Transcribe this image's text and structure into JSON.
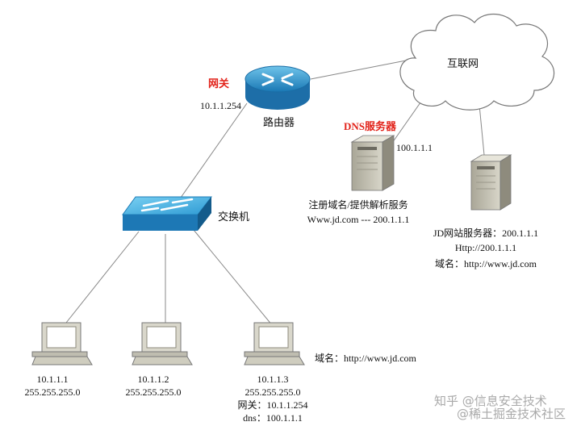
{
  "internet": {
    "label": "互联网"
  },
  "gateway": {
    "title": "网关",
    "ip": "10.1.1.254",
    "label": "路由器"
  },
  "dns_server": {
    "title": "DNS服务器",
    "ip": "100.1.1.1",
    "desc1": "注册域名/提供解析服务",
    "desc2": "Www.jd.com --- 200.1.1.1"
  },
  "web_server": {
    "line1": "JD网站服务器：200.1.1.1",
    "line2": "Http://200.1.1.1",
    "line3": "域名：http://www.jd.com"
  },
  "switch": {
    "label": "交换机"
  },
  "pcs": [
    {
      "ip": "10.1.1.1",
      "mask": "255.255.255.0"
    },
    {
      "ip": "10.1.1.2",
      "mask": "255.255.255.0"
    },
    {
      "ip": "10.1.1.3",
      "mask": "255.255.255.0",
      "gateway": "网关：10.1.1.254",
      "dns": "dns：100.1.1.1"
    }
  ],
  "pc3_domain": "域名：http://www.jd.com",
  "watermark": {
    "line1": "知乎 @信息安全技术",
    "line2": "@稀土掘金技术社区"
  }
}
